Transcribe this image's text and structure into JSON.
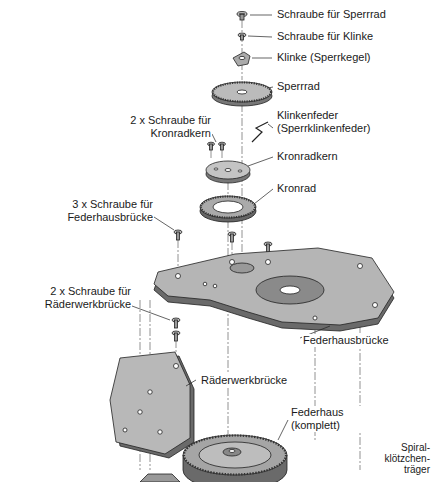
{
  "diagram": {
    "labels": [
      "Schraube für Sperrrad",
      "Schraube für Klinke",
      "Klinke (Sperrkegel)",
      "Sperrrad",
      "2 x Schraube für Kronradkern",
      "Klinkenfeder (Sperrklinkenfeder)",
      "Kronradkern",
      "Kronrad",
      "3 x Schraube für Federhausbrücke",
      "2 x Schraube für Räderwerkbrücke",
      "Federhausbrücke",
      "Räderwerkbrücke",
      "Federhaus (komplett)",
      "Spiral- klötzchen- träger"
    ]
  }
}
